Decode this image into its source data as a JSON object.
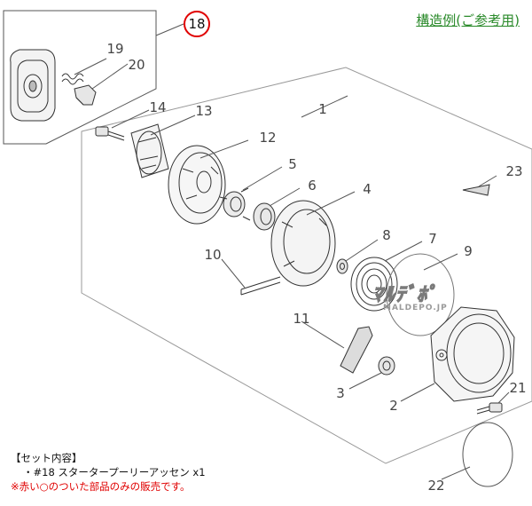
{
  "header": {
    "title": "構造例(ご参考用)",
    "title_color": "#2a8a2a"
  },
  "diagram": {
    "highlight_part": "18",
    "highlight_color": "#e00000",
    "parts": [
      "1",
      "2",
      "3",
      "4",
      "5",
      "6",
      "7",
      "8",
      "9",
      "10",
      "11",
      "12",
      "13",
      "14",
      "18",
      "19",
      "20",
      "21",
      "22",
      "23"
    ]
  },
  "watermark": {
    "logo_text": "ﾏﾙﾃﾞﾎﾟ",
    "sub_text": "MALDEPO.JP"
  },
  "set_info": {
    "heading": "【セット内容】",
    "item": "・#18 スタータープーリーアッセン x1",
    "note": "※赤い○のついた部品のみの販売です。"
  }
}
